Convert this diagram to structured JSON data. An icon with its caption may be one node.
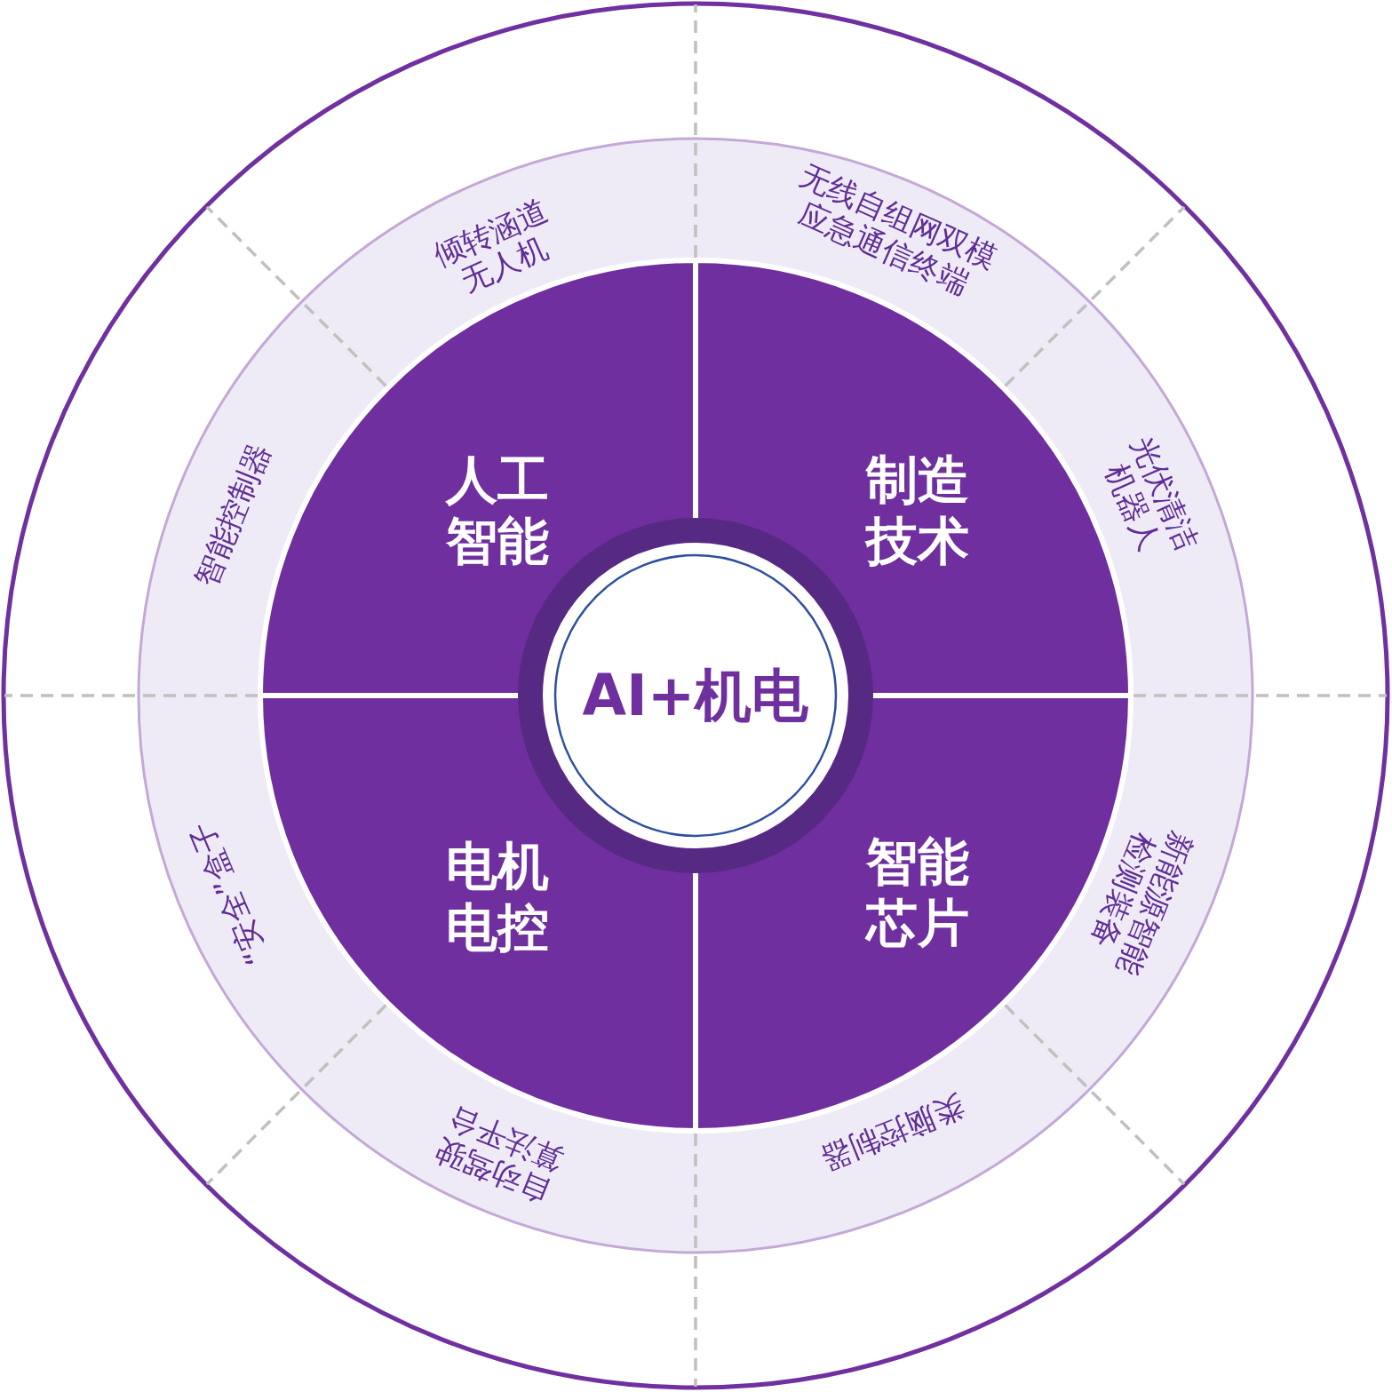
{
  "diagram": {
    "nodes": [
      {
        "text": [
          "倾转涵道无人机"
        ]
      },
      {
        "text": [
          "无线自组网双模应急通信终端"
        ]
      },
      {
        "text": [
          "智能控制器"
        ]
      },
      {
        "text": [
          "人工智能"
        ]
      },
      {
        "text": [
          "制造技术"
        ]
      },
      {
        "text": [
          "光伏清洁机器人"
        ]
      },
      {
        "text": [
          "AI+机电"
        ]
      },
      {
        "text": [
          "“安全”盒子"
        ]
      },
      {
        "text": [
          "电机电控"
        ]
      },
      {
        "text": [
          "智能芯片"
        ]
      },
      {
        "text": [
          "新能源智能检测装备"
        ]
      },
      {
        "text": [
          "自动驾驶算法平台"
        ]
      },
      {
        "text": [
          "类脑控制器"
        ]
      }
    ]
  }
}
